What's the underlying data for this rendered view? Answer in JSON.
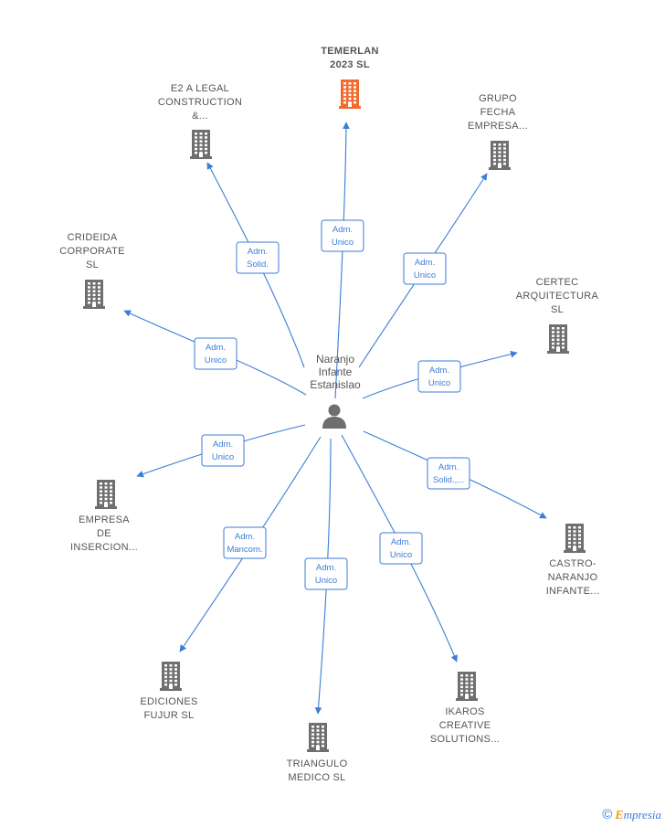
{
  "center": {
    "name_lines": [
      "Naranjo",
      "Infante",
      "Estanislao"
    ],
    "icon": "person-icon"
  },
  "colors": {
    "edge": "#3b7dd8",
    "building": "#6f6f6f",
    "building_highlight": "#f26a2e",
    "label": "#555555"
  },
  "nodes": [
    {
      "id": "temerlan",
      "lines": [
        "TEMERLAN",
        "2023  SL"
      ],
      "highlight": true,
      "edge_label": [
        "Adm.",
        "Unico"
      ]
    },
    {
      "id": "e2",
      "lines": [
        "E2 A LEGAL",
        "CONSTRUCTION",
        "&..."
      ],
      "highlight": false,
      "edge_label": [
        "Adm.",
        "Solid."
      ]
    },
    {
      "id": "grupo",
      "lines": [
        "GRUPO",
        "FECHA",
        "EMPRESA..."
      ],
      "highlight": false,
      "edge_label": [
        "Adm.",
        "Unico"
      ]
    },
    {
      "id": "crideida",
      "lines": [
        "CRIDEIDA",
        "CORPORATE",
        "SL"
      ],
      "highlight": false,
      "edge_label": [
        "Adm.",
        "Unico"
      ]
    },
    {
      "id": "certec",
      "lines": [
        "CERTEC",
        "ARQUITECTURA",
        "SL"
      ],
      "highlight": false,
      "edge_label": [
        "Adm.",
        "Unico"
      ]
    },
    {
      "id": "empresa",
      "lines": [
        "EMPRESA",
        "DE",
        "INSERCION..."
      ],
      "highlight": false,
      "edge_label": [
        "Adm.",
        "Unico"
      ]
    },
    {
      "id": "castro",
      "lines": [
        "CASTRO-",
        "NARANJO",
        "INFANTE..."
      ],
      "highlight": false,
      "edge_label": [
        "Adm.",
        "Solid.,..."
      ]
    },
    {
      "id": "ediciones",
      "lines": [
        "EDICIONES",
        "FUJUR  SL"
      ],
      "highlight": false,
      "edge_label": [
        "Adm.",
        "Mancom."
      ]
    },
    {
      "id": "triangulo",
      "lines": [
        "TRIANGULO",
        "MEDICO SL"
      ],
      "highlight": false,
      "edge_label": [
        "Adm.",
        "Unico"
      ]
    },
    {
      "id": "ikaros",
      "lines": [
        "IKAROS",
        "CREATIVE",
        "SOLUTIONS..."
      ],
      "highlight": false,
      "edge_label": [
        "Adm.",
        "Unico"
      ]
    }
  ],
  "footer": {
    "copyright_symbol": "©",
    "brand_initial": "E",
    "brand_rest": "mpresia"
  }
}
